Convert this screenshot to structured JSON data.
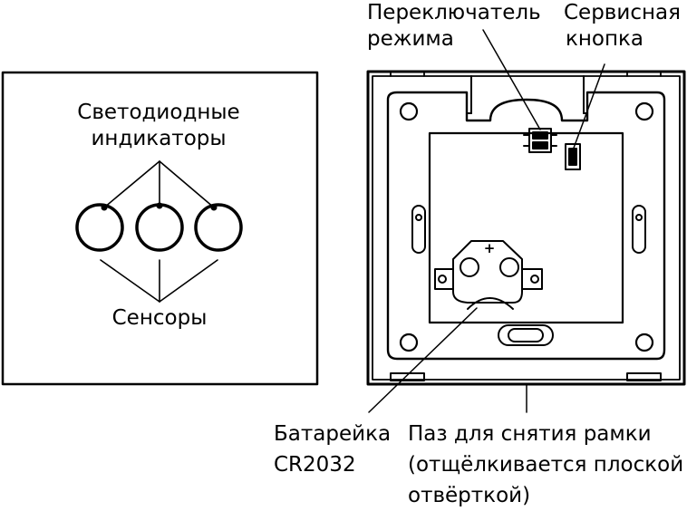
{
  "front_panel": {
    "indicators_label": [
      "Светодиодные",
      "индикаторы"
    ],
    "sensors_label": "Сенсоры"
  },
  "back_panel": {
    "mode_switch_label": [
      "Переключатель",
      "режима"
    ],
    "service_button_label": [
      "Сервисная",
      "кнопка"
    ],
    "battery_label": [
      "Батарейка",
      "CR2032"
    ],
    "battery_polarity": "+",
    "frame_slot_label": [
      "Паз для снятия рамки",
      "(отщёлкивается плоской",
      "отвёрткой)"
    ]
  }
}
